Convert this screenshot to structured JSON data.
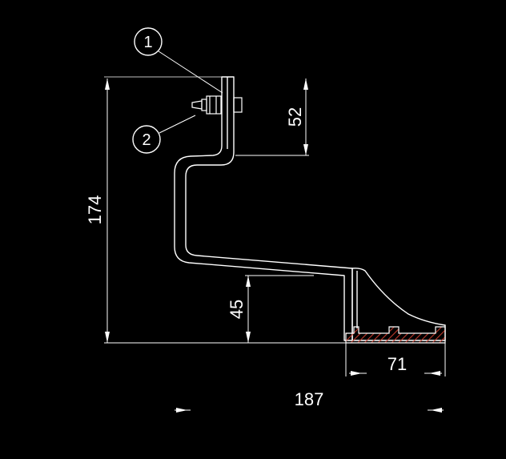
{
  "drawing": {
    "background": "#000000",
    "line_color": "#ffffff",
    "hatch_color": "#c0392b",
    "balloons": [
      {
        "label": "1"
      },
      {
        "label": "2"
      }
    ],
    "dimensions": {
      "overall_height": "174",
      "top_offset": "52",
      "lower_height": "45",
      "foot_width": "71",
      "overall_width": "187"
    }
  }
}
